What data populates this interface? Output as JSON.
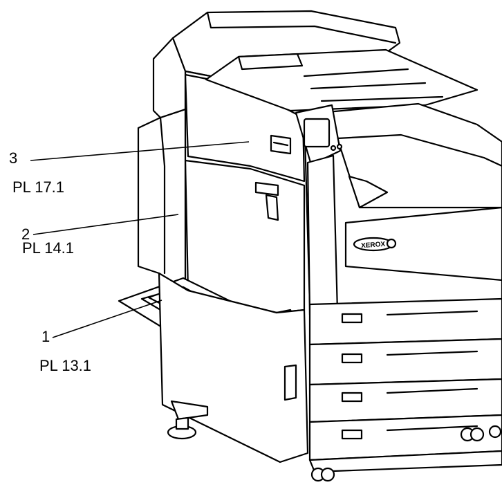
{
  "figure": {
    "brand": "XEROX",
    "callouts": [
      {
        "number": "1",
        "ref": "PL 13.1",
        "target": "bypass-tray"
      },
      {
        "number": "2",
        "ref": "PL 14.1",
        "target": "left-door"
      },
      {
        "number": "3",
        "ref": "PL 17.1",
        "target": "upper-left-cover"
      }
    ]
  }
}
